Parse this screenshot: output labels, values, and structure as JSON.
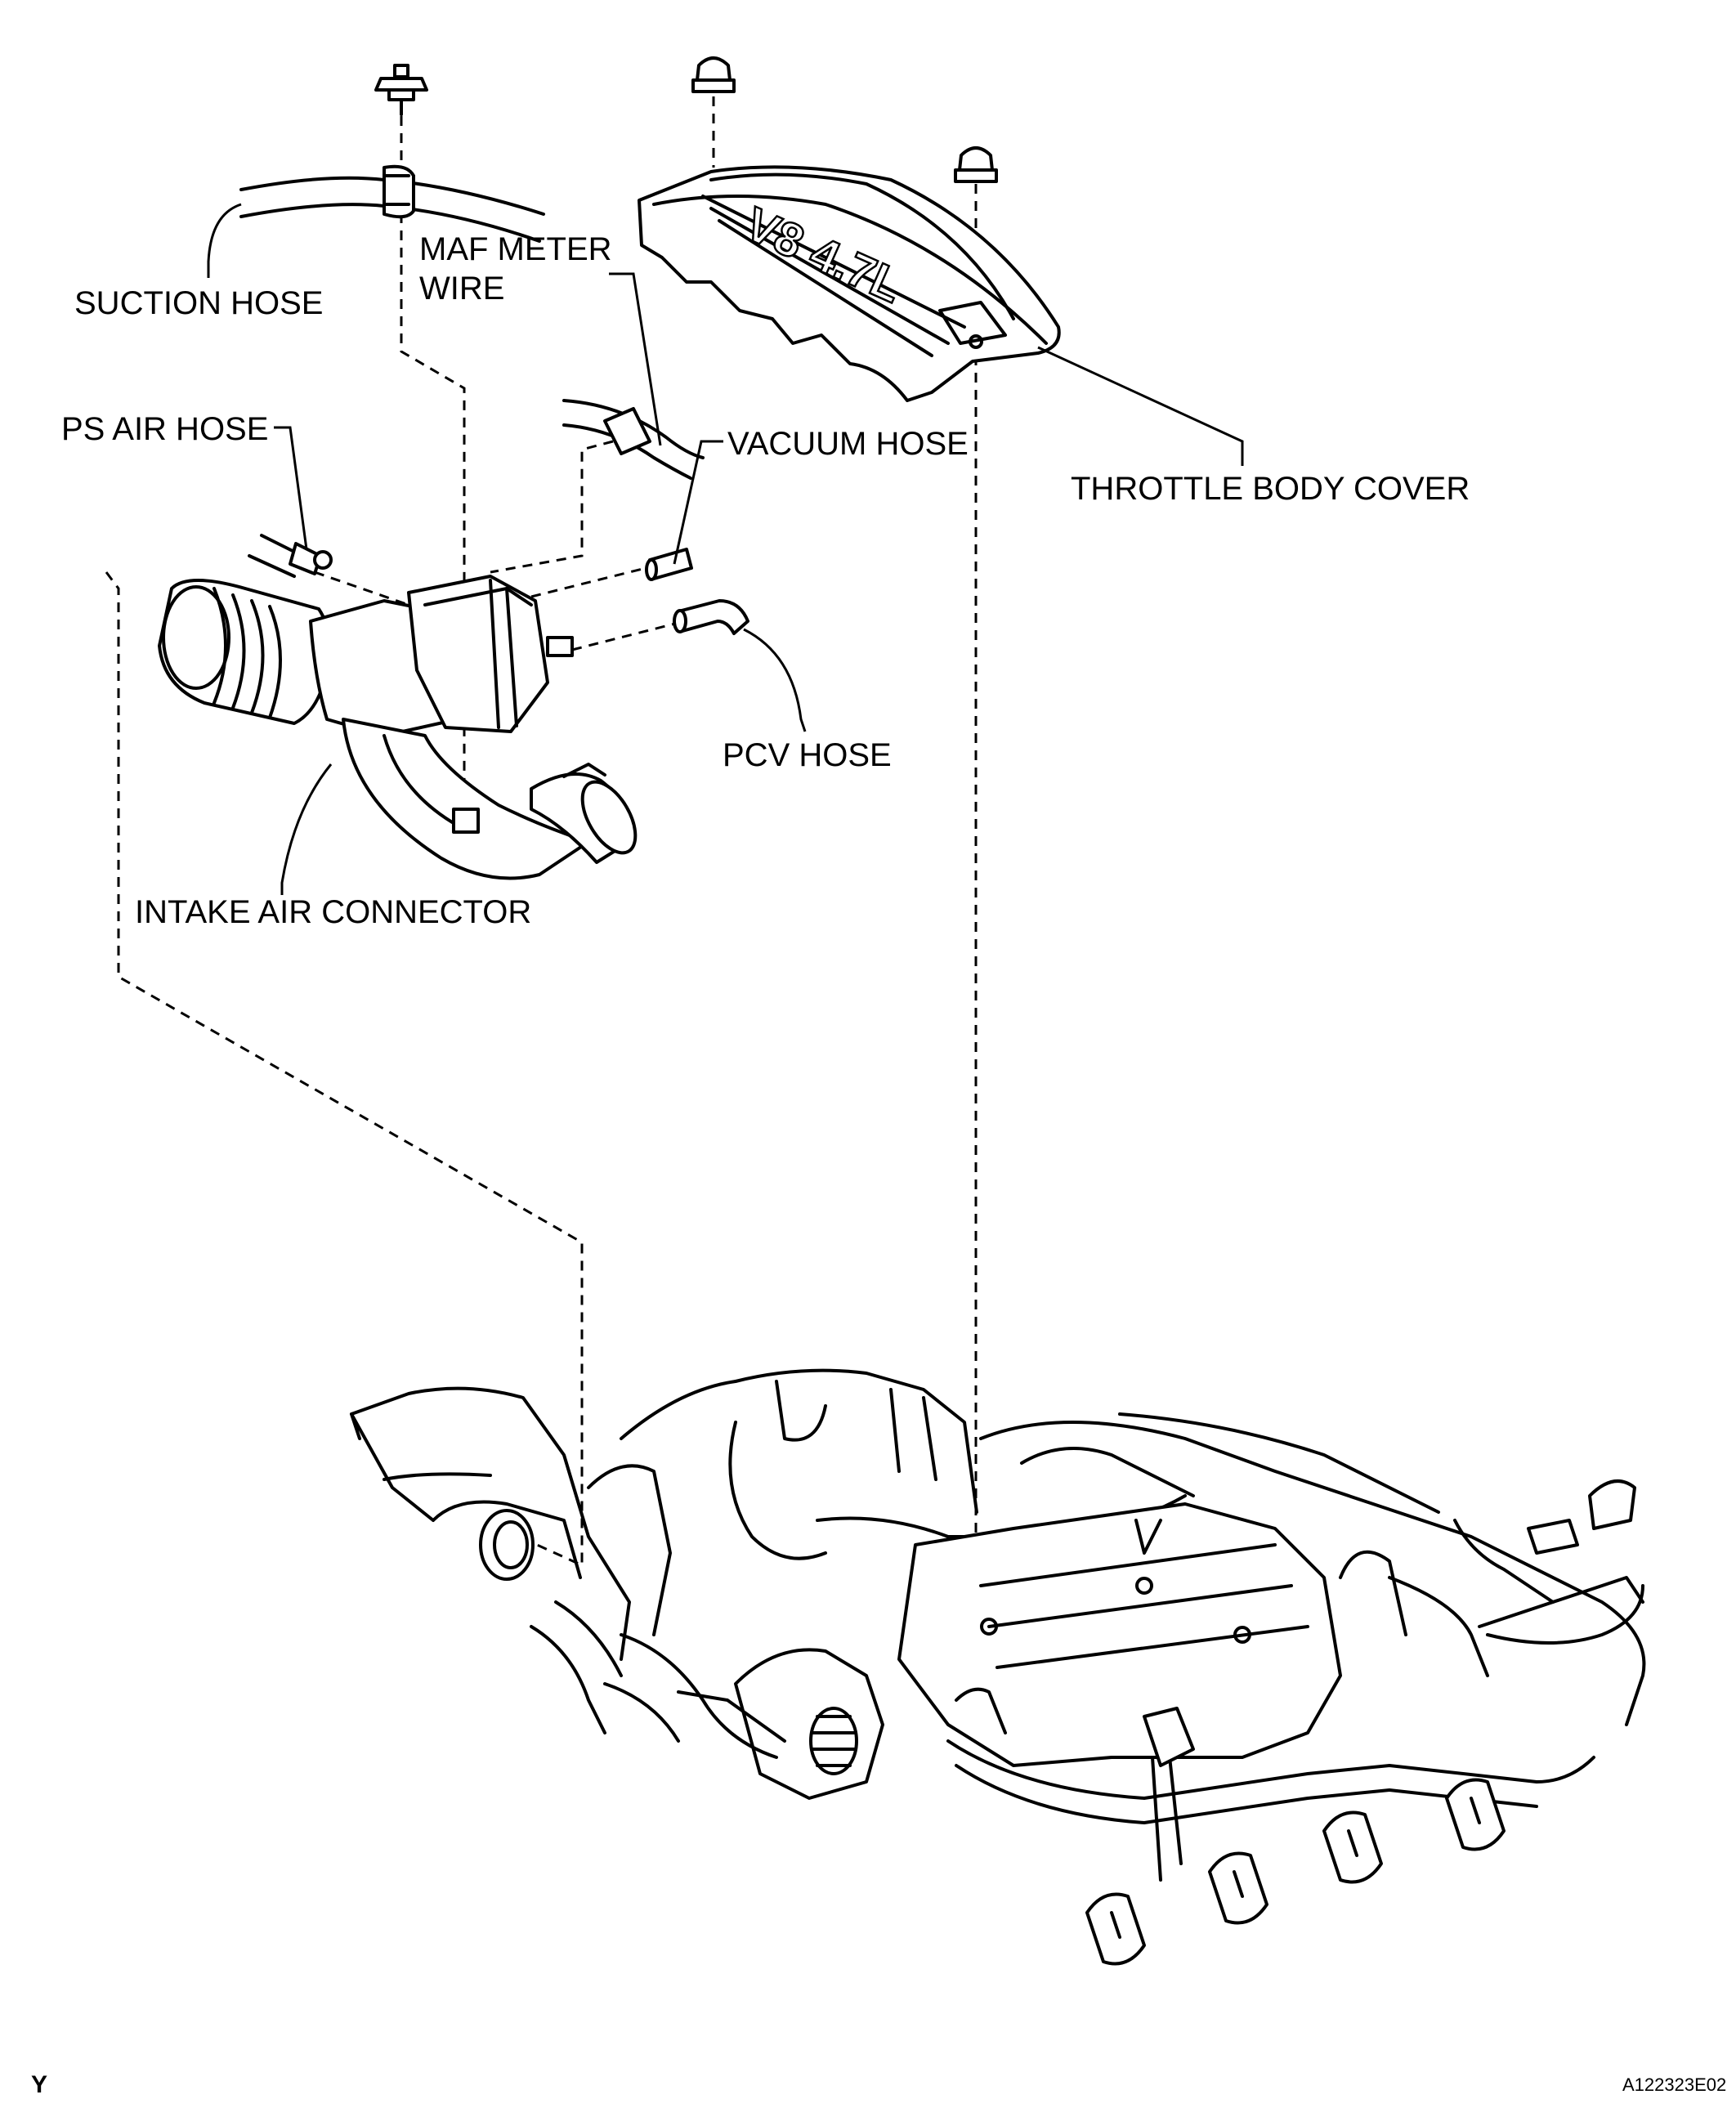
{
  "labels": {
    "suction_hose": "SUCTION HOSE",
    "maf_meter_wire_line1": "MAF METER",
    "maf_meter_wire_line2": "WIRE",
    "ps_air_hose": "PS AIR HOSE",
    "vacuum_hose": "VACUUM HOSE",
    "throttle_body_cover": "THROTTLE BODY COVER",
    "pcv_hose": "PCV HOSE",
    "intake_air_connector": "INTAKE AIR CONNECTOR"
  },
  "cover_emblem": "V8 4.7L",
  "corner_letter": "Y",
  "figure_code": "A122323E02"
}
